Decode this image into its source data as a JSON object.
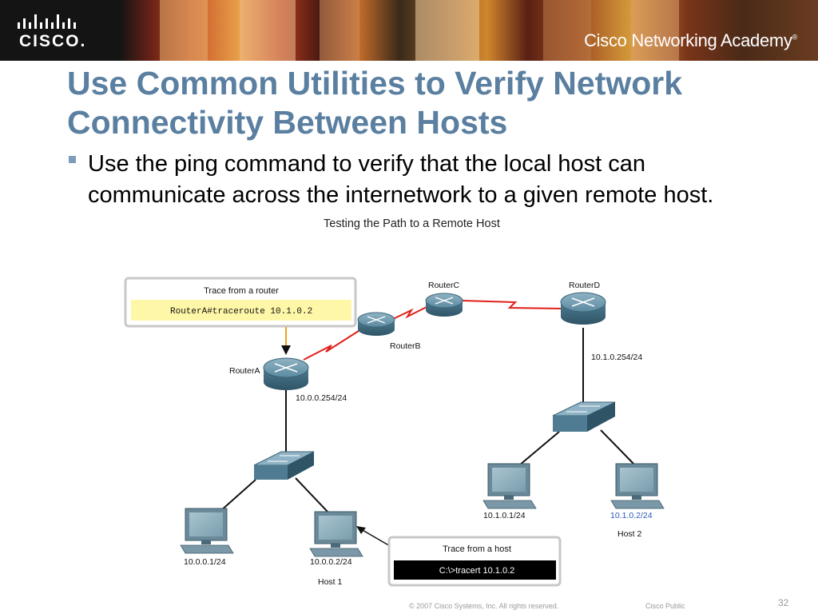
{
  "header": {
    "logo_text": "CISCO.",
    "academy_text": "Cisco Networking Academy",
    "academy_mark": "®"
  },
  "slide": {
    "title": "Use Common Utilities to Verify Network Connectivity Between Hosts",
    "bullet": "Use the ping command to verify that the local host can communicate across the internetwork to a given remote host."
  },
  "figure": {
    "caption": "Testing the Path to a Remote Host",
    "routers": {
      "a": "RouterA",
      "b": "RouterB",
      "c": "RouterC",
      "d": "RouterD"
    },
    "addresses": {
      "routera_lan": "10.0.0.254/24",
      "routerd_lan": "10.1.0.254/24",
      "host_10001": "10.0.0.1/24",
      "host_10002": "10.0.0.2/24",
      "host_10101": "10.1.0.1/24",
      "host_10102": "10.1.0.2/24"
    },
    "host_labels": {
      "host1": "Host 1",
      "host2": "Host 2"
    },
    "router_trace": {
      "heading": "Trace from a router",
      "command": "RouterA#traceroute 10.1.0.2"
    },
    "host_trace": {
      "heading": "Trace from a host",
      "command": "C:\\>tracert 10.1.0.2"
    },
    "colors": {
      "serial_link": "#e0201a",
      "router_body": "#5b8aa0",
      "command_box_router": "#fff7a8",
      "command_box_host": "#000000",
      "highlight_address": "#2a5bbf"
    }
  },
  "footer": {
    "copyright": "© 2007 Cisco Systems, Inc. All rights reserved.",
    "classification": "Cisco Public",
    "page": "32"
  }
}
